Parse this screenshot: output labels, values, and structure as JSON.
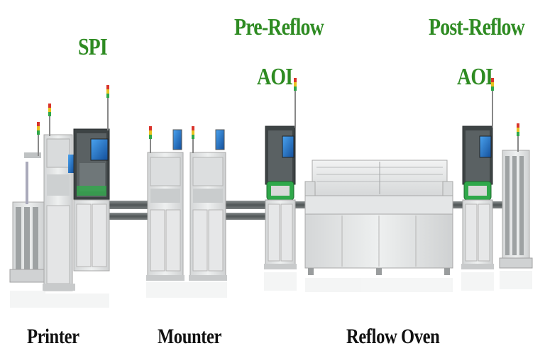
{
  "labels": {
    "spi": "SPI",
    "pre_reflow_line1": "Pre-Reflow",
    "pre_reflow_line2": "AOI",
    "post_reflow_line1": "Post-Reflow",
    "post_reflow_line2": "AOI",
    "printer": "Printer",
    "mounter": "Mounter",
    "reflow_oven": "Reflow Oven"
  },
  "colors": {
    "label_green": "#2e8b22",
    "label_black": "#111111",
    "machine_body": "#e6e6e6",
    "machine_edge": "#a8a8a8",
    "conveyor": "#5f6566",
    "screen": "#1c6fc4",
    "signal_red": "#d9342b",
    "signal_yellow": "#e8c21f",
    "signal_green": "#2fa84a"
  }
}
